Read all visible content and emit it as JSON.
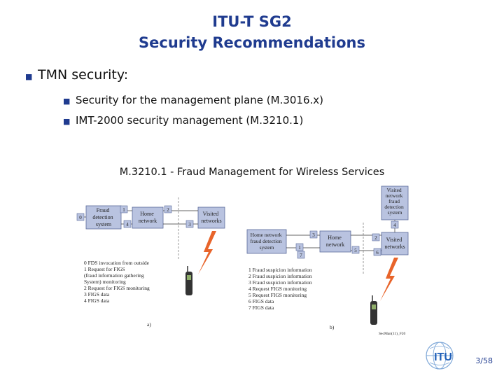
{
  "slide": {
    "title_line1": "ITU-T SG2",
    "title_line2": "Security Recommendations",
    "bullet_main": "TMN security:",
    "sub_bullets": [
      "Security for the management plane (M.3016.x)",
      "IMT-2000 security management (M.3210.1)"
    ],
    "figure_caption": "M.3210.1 - Fraud Management for Wireless Services",
    "page_number": "3/58",
    "logo_text": "ITU"
  },
  "figure": {
    "a": {
      "fds_box": [
        "Fraud",
        "detection",
        "system"
      ],
      "home_box": [
        "Home",
        "network"
      ],
      "visited_box": [
        "Visited",
        "networks"
      ],
      "legend": [
        "0  FDS invocation from outside",
        "1  Request for FIGS",
        "    (fraud information gathering",
        "    System) monitoring",
        "2  Request for FIGS monitoring",
        "3  FIGS data",
        "4  FIGS data"
      ],
      "label": "a)",
      "step_numbers": [
        "0",
        "1",
        "2",
        "3",
        "4"
      ]
    },
    "b": {
      "home_fds_box": [
        "Home network",
        "fraud detection",
        "system"
      ],
      "home_box": [
        "Home",
        "network"
      ],
      "visited_fds_box": [
        "Visited",
        "network",
        "fraud",
        "detection",
        "system"
      ],
      "visited_box": [
        "Visited",
        "networks"
      ],
      "legend": [
        "1  Fraud suspicion information",
        "2  Fraud suspicion information",
        "3  Fraud suspicion information",
        "4  Request FIGS monitoring",
        "5  Request FIGS monitoring",
        "6  FIGS data",
        "7  FIGS data"
      ],
      "label": "b)",
      "step_numbers": [
        "1",
        "2",
        "3",
        "4",
        "5",
        "6",
        "7"
      ]
    },
    "figure_id": "SecMan(11)_F20"
  },
  "colors": {
    "title": "#1f3b8f",
    "box_fill": "#b9c3e0",
    "lightning": "#e8642a"
  }
}
